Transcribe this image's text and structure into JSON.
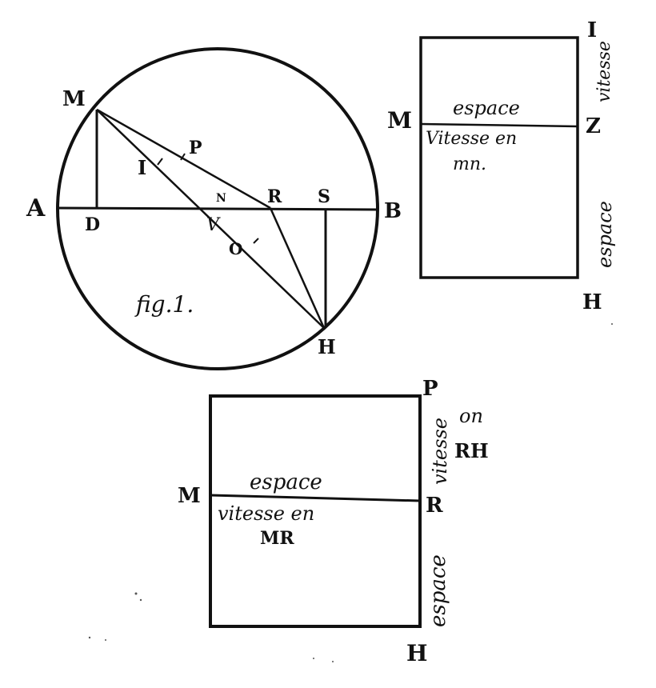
{
  "figure1": {
    "points": {
      "M": "M",
      "A": "A",
      "B": "B",
      "D": "D",
      "N": "N",
      "V": "V",
      "R": "R",
      "S": "S",
      "H": "H",
      "I": "I",
      "P": "P",
      "O": "O"
    },
    "caption": "fig.1."
  },
  "diagram2": {
    "top_right_label": "I",
    "left_label": "M",
    "right_mid_label": "Z",
    "bottom_right_label": "H",
    "upper_text": "espace",
    "lower_text_line1": "Vitesse en",
    "lower_text_line2": "mn.",
    "side_upper_text": "vitesse",
    "side_lower_text": "espace"
  },
  "diagram3": {
    "top_right_label": "P",
    "left_label": "M",
    "right_mid_label": "R",
    "bottom_right_label": "H",
    "upper_text": "espace",
    "lower_text_line1": "vitesse en",
    "lower_text_line2": "MR",
    "side_upper_text": "vitesse",
    "side_on_text": "on",
    "side_rh_text": "RH",
    "side_lower_text": "espace"
  }
}
